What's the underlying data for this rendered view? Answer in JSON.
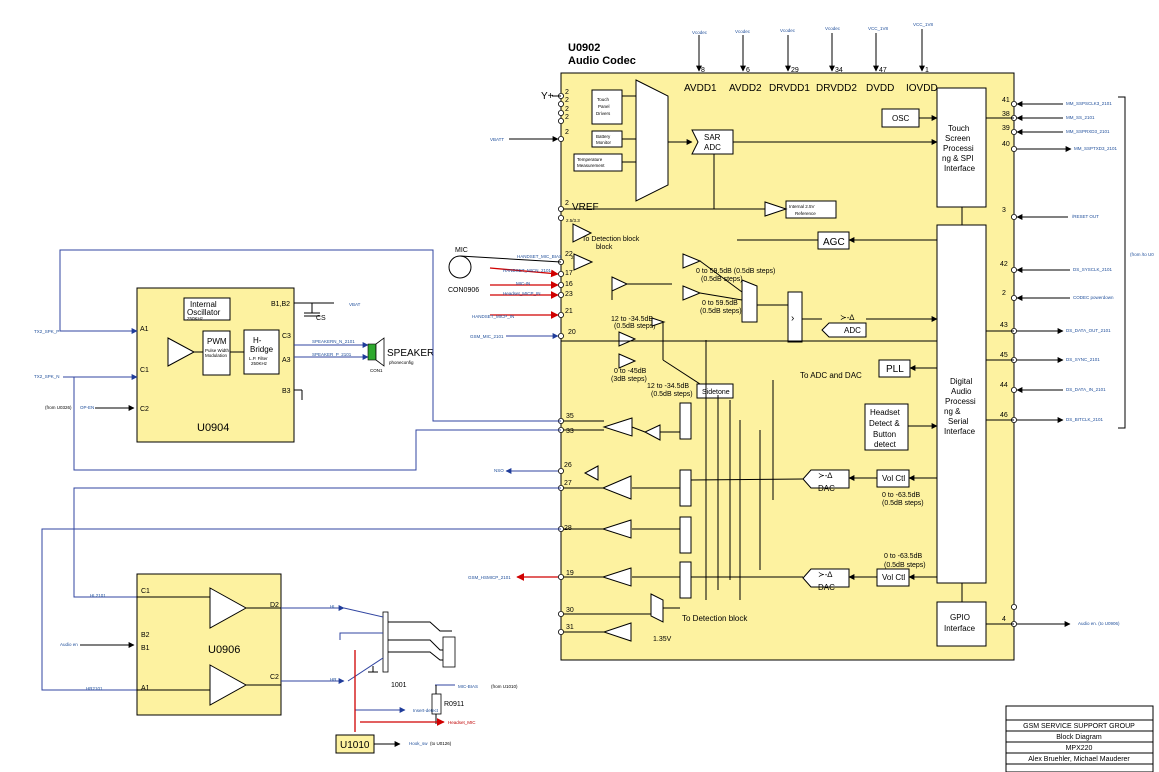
{
  "codec": {
    "id": "U0902",
    "title": "Audio Codec",
    "top_pins": [
      {
        "label": "AVDD1",
        "num": "8",
        "net": "Vcodec"
      },
      {
        "label": "AVDD2",
        "num": "6",
        "net": "Vcodec"
      },
      {
        "label": "DRVDD1",
        "num": "29",
        "net": "Vcodec"
      },
      {
        "label": "DRVDD2",
        "num": "34",
        "net": "Vcodec"
      },
      {
        "label": "DVDD",
        "num": "47",
        "net": "VCC_1V8"
      },
      {
        "label": "IOVDD",
        "num": "1",
        "net": "VCC_1V8"
      }
    ],
    "yplus": "Y+",
    "vref": "VREF",
    "vbatt": "VBATT",
    "blocks": {
      "touch_panel": "Touch Panel Drivers",
      "battery": "Battery Monitor",
      "temperature": "Temperature Measurement",
      "sar_adc": "SAR ADC",
      "osc": "OSC",
      "touch_spi": "Touch Screen Processing & SPI Interface",
      "ref": "Internal 2.5V Reference",
      "agc": "AGC",
      "adc": "ADC",
      "pll": "PLL",
      "dap": "Digital Audio Processing & Serial Interface",
      "headset": "Headset Detect & Button detect",
      "volctl1": "Vol Ctl",
      "volctl2": "Vol Ctl",
      "dac1": "DAC",
      "dac2": "DAC",
      "sidetone": "Sidetone",
      "gpio": "GPIO Interface"
    },
    "notes": {
      "to_detection1": "To Detection block",
      "to_detection2": "To Detection block",
      "gain_a": "0 to 59.5dB (0.5dB steps)",
      "gain_b": "0 to 59.5dB (0.5dB steps)",
      "gain_c": "12 to -34.5dB (0.5dB steps)",
      "gain_d": "0 to -45dB (3dB steps)",
      "gain_e": "12 to -34.5dB (0.5dB steps)",
      "gain_f": "0 to -63.5dB (0.5dB steps)",
      "gain_g": "0 to -63.5dB (0.5dB steps)",
      "to_adc_dac": "To ADC and DAC",
      "v135": "1.35V",
      "r25": "2.5/3.3",
      "r25b": "2.5"
    },
    "left_pins": [
      "2",
      "2",
      "2",
      "2",
      "2",
      "2",
      "22",
      "17",
      "16",
      "23",
      "21",
      "20",
      "35",
      "33",
      "26",
      "27",
      "28",
      "19",
      "30",
      "31"
    ],
    "right_pins": [
      "41",
      "38",
      "39",
      "40",
      "3",
      "42",
      "2",
      "43",
      "45",
      "44",
      "46",
      "4"
    ],
    "right_nets": [
      "MM_SSPSCLK3_2101",
      "MM_SS_2101",
      "MM_SSPRXD3_2101",
      "MM_SSPTXD3_2101",
      "/RESET OUT",
      "DS_SYSCLK_2101",
      "CODEC powerdown",
      "DS_DATA_OUT_2101",
      "DS_SYNC_2101",
      "DS_DATA_IN_2101",
      "DS_BITCLK_2101",
      "Audio en. (to U0906)"
    ],
    "bus_note": "(from /to U0",
    "left_nets": {
      "handset_mic_bias": "HANDSET_MIC_BIAS",
      "handset_micn": "HANDSET_MICN_2101",
      "mic_in": "MIC-IN",
      "headset_micp": "Headset_MICP_IN",
      "handset_micp": "HANDSET_MICP_IN",
      "gsm_mic": "GSM_MIC_2101",
      "nso": "NSO",
      "gsm_hsmicp": "GSM_HSMICP_2101"
    },
    "mic": {
      "label": "MIC",
      "ref": "CON0906"
    }
  },
  "u0904": {
    "id": "U0904",
    "osc": "Internal Oscillator",
    "osc_sub": "250KHz",
    "pwm": "PWM",
    "pwm_sub": "Pulse Width Modulation",
    "hbridge": "H-Bridge",
    "hbridge_sub": "L.P. Filter 250KHz",
    "pins": [
      "A1",
      "C1",
      "C2",
      "B1,B2",
      "C3",
      "A3",
      "B3"
    ],
    "nets": {
      "in_p": "TX2_SPK_P",
      "in_n": "TX2_SPK_N",
      "op_en": "OP-EN",
      "op_en_src": "(from U0326)",
      "vbat": "VBAT",
      "spk_n": "SPEAKERN_N_2101",
      "spk_p": "SPEAKER_P_2101",
      "cs": "CS"
    },
    "speaker": {
      "label": "SPEAKER",
      "sub": "phoneconfig",
      "ref": "CON1"
    }
  },
  "u0906": {
    "id": "U0906",
    "pins": [
      "C1",
      "D2",
      "B2",
      "B1",
      "A1",
      "C2"
    ],
    "nets": {
      "hl_in": "HL2101",
      "hr_in": "HR2101",
      "audio_en": "Audio en",
      "hl": "HL",
      "hr": "HR"
    }
  },
  "jack": {
    "ref": "1001",
    "mic_bias": "MIC-BIAS",
    "mic_bias_src": "(from U1010)",
    "resistor": "R0911",
    "insert": "Insert-detect",
    "headset_mic": "Headset_MIC",
    "u1010": "U1010",
    "hook": "Hook_sw",
    "hook_dst": "(to U0126)"
  },
  "title_block": {
    "rows": [
      "GSM SERVICE SUPPORT GROUP",
      "Block Diagram",
      "MPX220",
      "Alex Bruehler, Michael Mauderer"
    ]
  }
}
